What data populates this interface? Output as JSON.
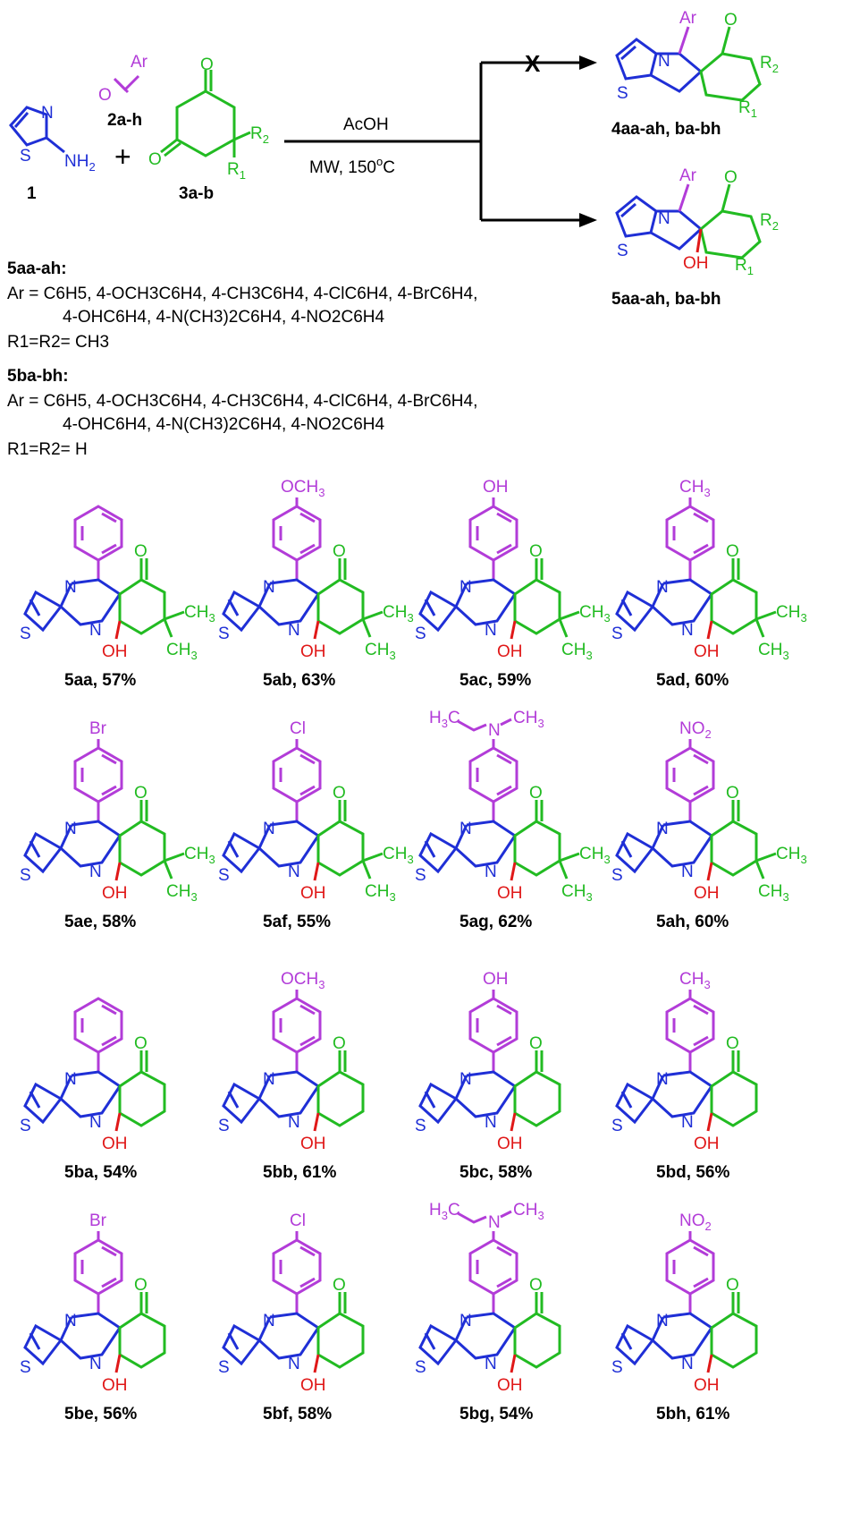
{
  "colors": {
    "aryl": "#b23cd8",
    "dione": "#22bb22",
    "thiazole": "#1f2fd6",
    "hydroxyl": "#e01818",
    "text": "#000000"
  },
  "scheme": {
    "reactant1_label": "1",
    "reactant2_label": "2a-h",
    "reactant3_label": "3a-b",
    "plus": "+",
    "reagent": "AcOH",
    "conditions": "MW, 150°C",
    "blocked_mark": "X",
    "product_top_label": "4aa-ah, ba-bh",
    "product_bottom_label": "5aa-ah, ba-bh",
    "atoms": {
      "ar": "Ar",
      "o": "O",
      "n": "N",
      "s": "S",
      "nh2": "NH2",
      "r1": "R1",
      "r2": "R2",
      "oh": "OH"
    }
  },
  "series": [
    {
      "title": "5aa-ah:",
      "ar_line1": "Ar = C6H5, 4-OCH3C6H4, 4-CH3C6H4, 4-ClC6H4, 4-BrC6H4,",
      "ar_line2": "4-OHC6H4, 4-N(CH3)2C6H4, 4-NO2C6H4",
      "r_line": "R1=R2= CH3"
    },
    {
      "title": "5ba-bh:",
      "ar_line1": "Ar = C6H5, 4-OCH3C6H4, 4-CH3C6H4, 4-ClC6H4, 4-BrC6H4,",
      "ar_line2": "4-OHC6H4, 4-N(CH3)2C6H4, 4-NO2C6H4",
      "r_line": "R1=R2= H"
    }
  ],
  "compounds": [
    {
      "id": "5aa",
      "yield": "57%",
      "substituent": "",
      "dimethyl": true
    },
    {
      "id": "5ab",
      "yield": "63%",
      "substituent": "OCH3",
      "dimethyl": true
    },
    {
      "id": "5ac",
      "yield": "59%",
      "substituent": "OH",
      "dimethyl": true
    },
    {
      "id": "5ad",
      "yield": "60%",
      "substituent": "CH3",
      "dimethyl": true
    },
    {
      "id": "5ae",
      "yield": "58%",
      "substituent": "Br",
      "dimethyl": true
    },
    {
      "id": "5af",
      "yield": "55%",
      "substituent": "Cl",
      "dimethyl": true
    },
    {
      "id": "5ag",
      "yield": "62%",
      "substituent": "NMe2",
      "dimethyl": true
    },
    {
      "id": "5ah",
      "yield": "60%",
      "substituent": "NO2",
      "dimethyl": true
    },
    {
      "id": "5ba",
      "yield": "54%",
      "substituent": "",
      "dimethyl": false
    },
    {
      "id": "5bb",
      "yield": "61%",
      "substituent": "OCH3",
      "dimethyl": false
    },
    {
      "id": "5bc",
      "yield": "58%",
      "substituent": "OH",
      "dimethyl": false
    },
    {
      "id": "5bd",
      "yield": "56%",
      "substituent": "CH3",
      "dimethyl": false
    },
    {
      "id": "5be",
      "yield": "56%",
      "substituent": "Br",
      "dimethyl": false
    },
    {
      "id": "5bf",
      "yield": "58%",
      "substituent": "Cl",
      "dimethyl": false
    },
    {
      "id": "5bg",
      "yield": "54%",
      "substituent": "NMe2",
      "dimethyl": false
    },
    {
      "id": "5bh",
      "yield": "61%",
      "substituent": "NO2",
      "dimethyl": false
    }
  ]
}
